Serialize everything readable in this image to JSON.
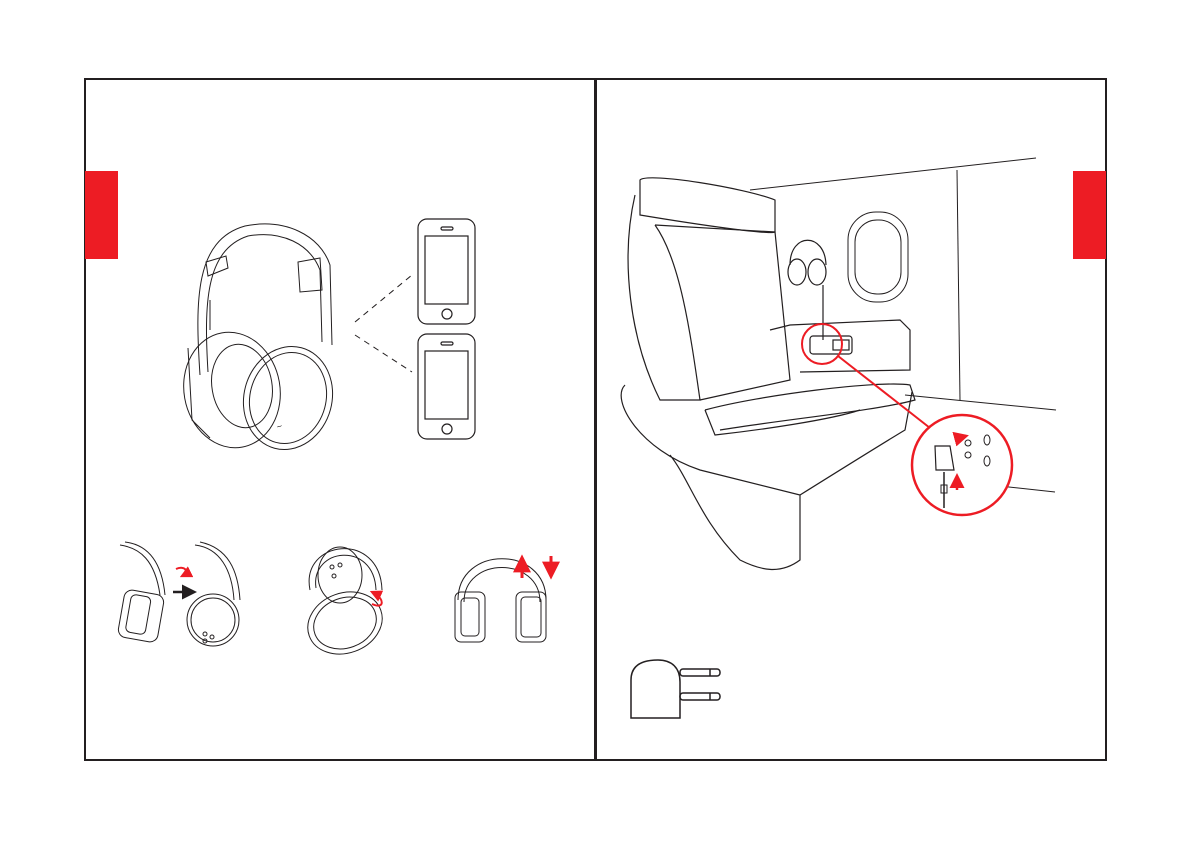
{
  "page": {
    "background": "#ffffff",
    "line_color": "#231f20",
    "accent_color": "#ed1c24"
  },
  "left_panel": {
    "tab": {
      "color": "#ed1c24"
    },
    "illustrations": [
      {
        "name": "headphones-pairing-illustration",
        "icon": "headphones-icon"
      },
      {
        "name": "phone-top",
        "icon": "smartphone-icon"
      },
      {
        "name": "phone-bottom",
        "icon": "smartphone-icon"
      },
      {
        "name": "fold-step-1",
        "icon": "fold-headphones-icon"
      },
      {
        "name": "fold-step-2",
        "icon": "rotate-earcup-icon"
      },
      {
        "name": "fold-step-3",
        "icon": "adjust-headband-icon"
      }
    ]
  },
  "right_panel": {
    "tab": {
      "color": "#ed1c24"
    },
    "illustrations": [
      {
        "name": "airplane-seat-illustration",
        "icon": "airplane-seat-icon"
      },
      {
        "name": "seat-jack-zoom",
        "icon": "magnifier-circle-icon"
      },
      {
        "name": "airplane-adapter",
        "icon": "airplane-adapter-icon"
      }
    ]
  }
}
